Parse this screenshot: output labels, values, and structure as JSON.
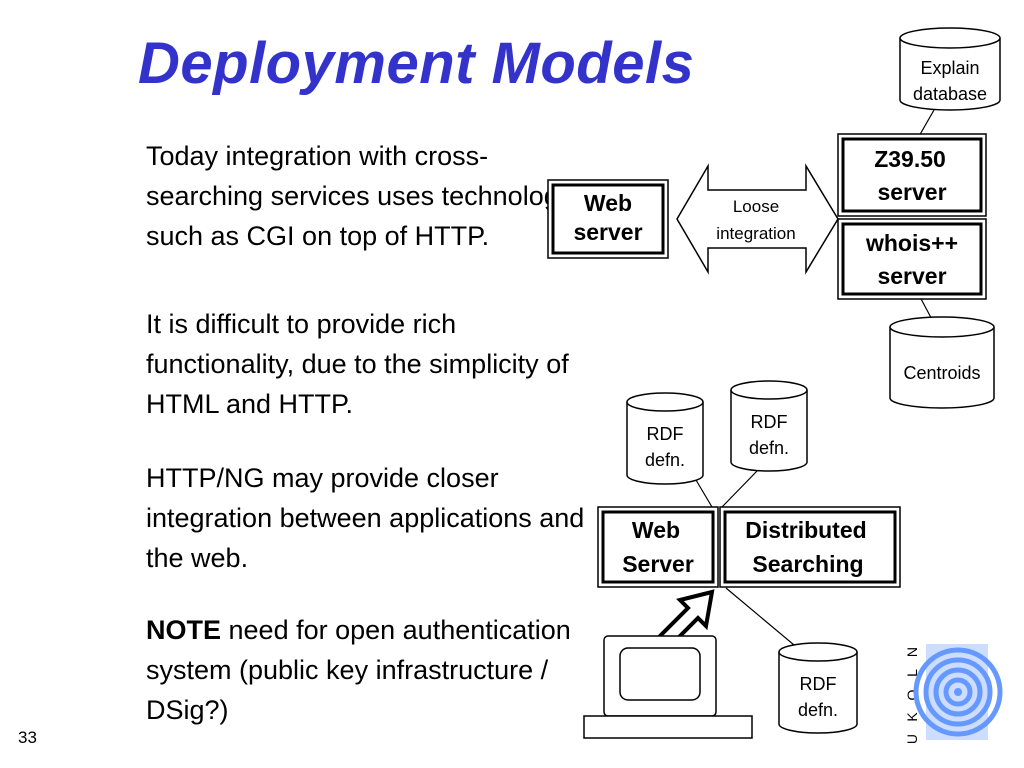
{
  "title": "Deployment Models",
  "paragraphs": {
    "p1": "Today integration with cross-searching services uses technologies such as CGI on top of HTTP.",
    "p2": "It is difficult to provide rich functionality, due to the simplicity of HTML and HTTP.",
    "p3": "HTTP/NG may provide closer integration between applications and the web.",
    "p4_bold": "NOTE",
    "p4_rest": " need for open authentication system (public key infrastructure / DSig?)"
  },
  "slide_number": "33",
  "diagram_top": {
    "explain_db": [
      "Explain",
      "database"
    ],
    "web_server": [
      "Web",
      "server"
    ],
    "loose_integration": [
      "Loose",
      "integration"
    ],
    "z3950": [
      "Z39.50",
      "server"
    ],
    "whois": [
      "whois++",
      "server"
    ],
    "centroids": "Centroids"
  },
  "diagram_bottom": {
    "rdf_left": [
      "RDF",
      "defn."
    ],
    "rdf_right": [
      "RDF",
      "defn."
    ],
    "rdf_bottom": [
      "RDF",
      "defn."
    ],
    "web_server": [
      "Web",
      "Server"
    ],
    "distributed": [
      "Distributed",
      "Searching"
    ]
  },
  "logo": {
    "letters": [
      "N",
      "L",
      "O",
      "K",
      "U"
    ],
    "colors": {
      "rings": "#6699ff",
      "fill": "#ccddff"
    }
  },
  "colors": {
    "title": "#3333cc"
  }
}
